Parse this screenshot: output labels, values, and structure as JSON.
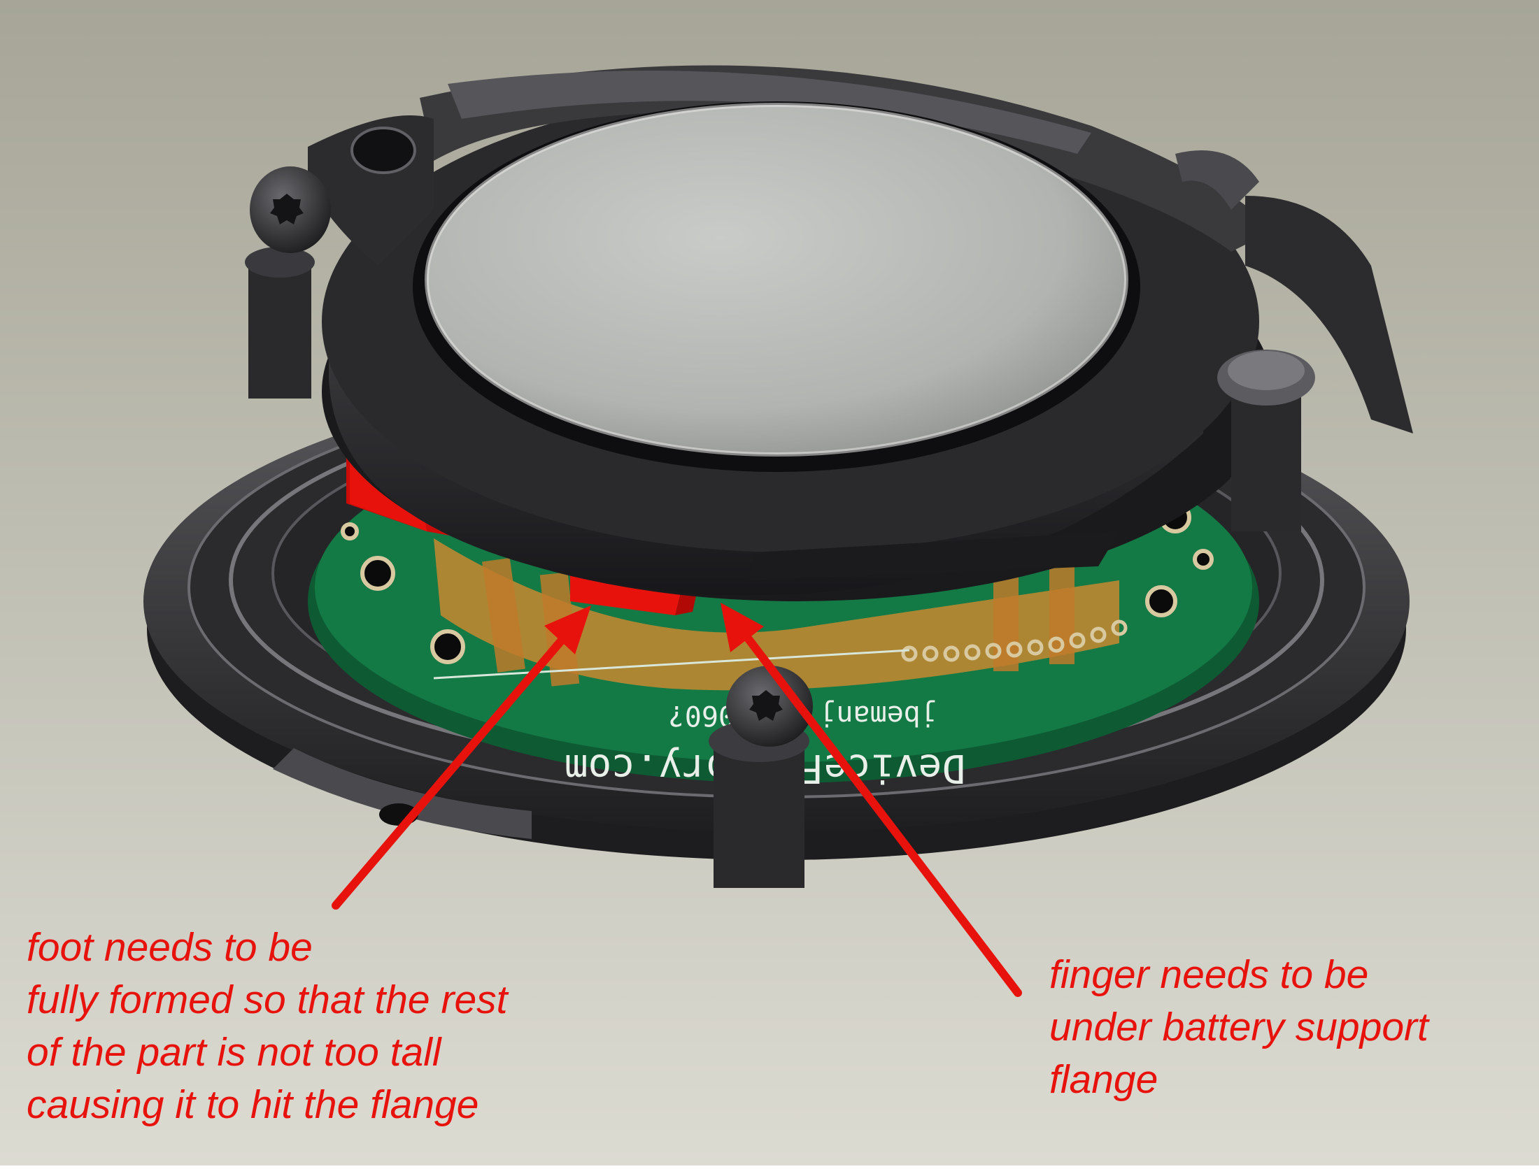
{
  "colors": {
    "background_top": "#a9a89b",
    "background_bottom": "#d9d8cf",
    "housing_dark": "#2a2a2c",
    "housing_mid": "#4a4a4d",
    "battery_face": "#bdbfbc",
    "pcb_green": "#127a45",
    "highlight_red": "#e8120c",
    "annotation_red": "#e8120c",
    "flex_orange": "#d9892e"
  },
  "pcb_silkscreen": {
    "line1": "DeviceFactory.com",
    "line2": "jbemanj 0013060?"
  },
  "annotations": {
    "foot": {
      "lines": [
        "foot needs to be",
        "fully formed so that the rest",
        "of the part is not too tall",
        "causing it to hit the flange"
      ]
    },
    "finger": {
      "lines": [
        "finger needs to be",
        "under battery support",
        "flange"
      ]
    }
  }
}
